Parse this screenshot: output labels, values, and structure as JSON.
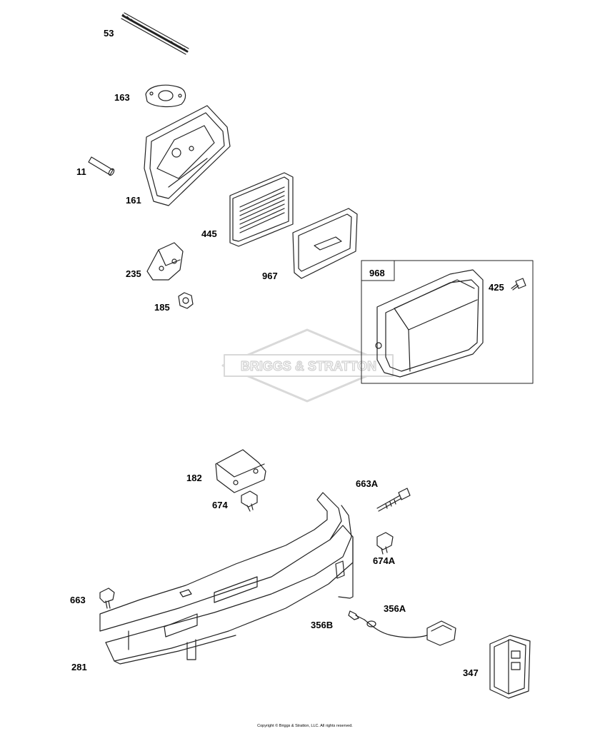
{
  "watermark": {
    "text": "BRIGGS & STRATTON"
  },
  "kit_box_label": "968",
  "parts": [
    {
      "id": "53",
      "label": "53",
      "icon": "stud-icon"
    },
    {
      "id": "163",
      "label": "163",
      "icon": "gasket-icon"
    },
    {
      "id": "11",
      "label": "11",
      "icon": "tube-icon"
    },
    {
      "id": "161",
      "label": "161",
      "icon": "air-cleaner-base-icon"
    },
    {
      "id": "445",
      "label": "445",
      "icon": "air-filter-icon"
    },
    {
      "id": "967",
      "label": "967",
      "icon": "pre-cleaner-icon"
    },
    {
      "id": "235",
      "label": "235",
      "icon": "bracket-icon"
    },
    {
      "id": "185",
      "label": "185",
      "icon": "nut-icon"
    },
    {
      "id": "968",
      "label": "968",
      "icon": "air-cleaner-cover-icon"
    },
    {
      "id": "425",
      "label": "425",
      "icon": "screw-icon"
    },
    {
      "id": "182",
      "label": "182",
      "icon": "bracket-icon"
    },
    {
      "id": "674",
      "label": "674",
      "icon": "screw-icon"
    },
    {
      "id": "663A",
      "label": "663A",
      "icon": "bolt-icon"
    },
    {
      "id": "674A",
      "label": "674A",
      "icon": "screw-icon"
    },
    {
      "id": "663",
      "label": "663",
      "icon": "bolt-icon"
    },
    {
      "id": "356A",
      "label": "356A",
      "icon": "ground-wire-icon"
    },
    {
      "id": "356B",
      "label": "356B",
      "icon": "wire-terminal-icon"
    },
    {
      "id": "281",
      "label": "281",
      "icon": "blower-housing-icon"
    },
    {
      "id": "347",
      "label": "347",
      "icon": "switch-icon"
    }
  ],
  "copyright": "Copyright © Briggs & Stratton, LLC. All rights reserved."
}
